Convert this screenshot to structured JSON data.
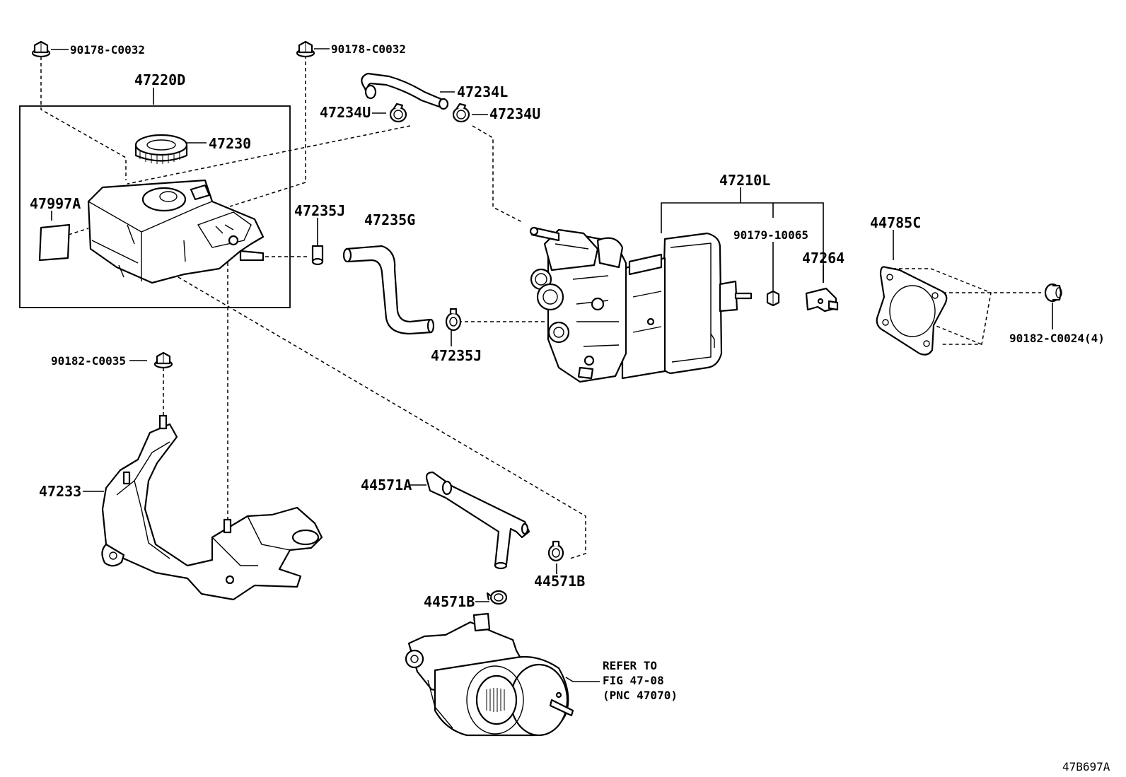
{
  "diagram": {
    "figure_id": "47B697A",
    "labels": {
      "bolt_top_left": "90178-C0032",
      "bolt_top_mid": "90178-C0032",
      "reservoir_assy": "47220D",
      "cap": "47230",
      "label_sticker": "47997A",
      "hose_l": "47234L",
      "clamp_u_left": "47234U",
      "clamp_u_right": "47234U",
      "clip_j_top": "47235J",
      "hose_g": "47235G",
      "clip_j_bottom": "47235J",
      "booster_assy": "47210L",
      "nut_booster": "90179-10065",
      "bracket_47264": "47264",
      "gasket": "44785C",
      "nut_gasket": "90182-C0024(4)",
      "bolt_bracket": "90182-C0035",
      "bracket_47233": "47233",
      "hose_a": "44571A",
      "clamp_b_right": "44571B",
      "clamp_b_left": "44571B",
      "refer_line1": "REFER TO",
      "refer_line2": "FIG 47-08",
      "refer_line3": "(PNC 47070)"
    }
  }
}
